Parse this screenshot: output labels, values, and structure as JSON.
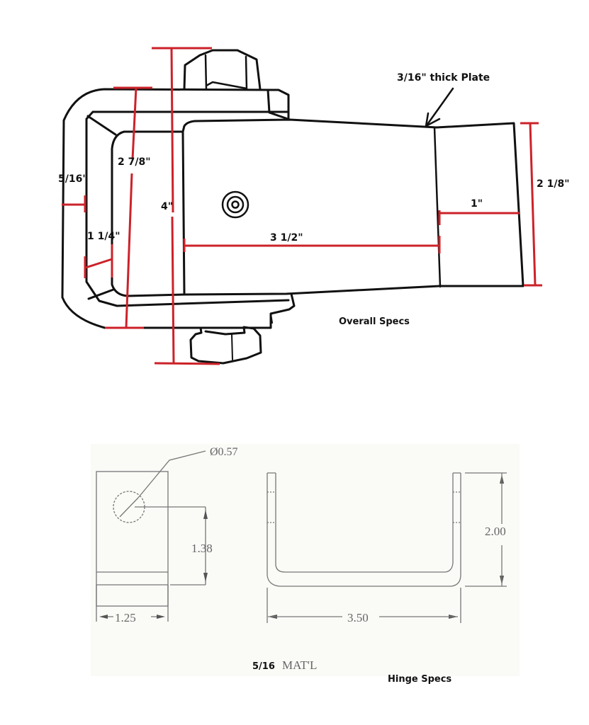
{
  "overall": {
    "caption": "Overall Specs",
    "plate_note": "3/16\" thick Plate",
    "dims": {
      "bar_thickness": "5/16\"",
      "inner_height": "2 7/8\"",
      "overall_height": "4\"",
      "inner_leg": "1 1/4\"",
      "length": "3 1/2\"",
      "end_width": "1\"",
      "end_height": "2 1/8\""
    },
    "colors": {
      "dimension_line": "#cc2229",
      "outline": "#111111"
    }
  },
  "hinge": {
    "caption": "Hinge Specs",
    "material_prefix": "5/16",
    "material_label": "MAT'L",
    "dims": {
      "hole_diameter": "Ø0.57",
      "hole_height": "1.38",
      "width": "1.25",
      "length": "3.50",
      "height": "2.00"
    }
  }
}
